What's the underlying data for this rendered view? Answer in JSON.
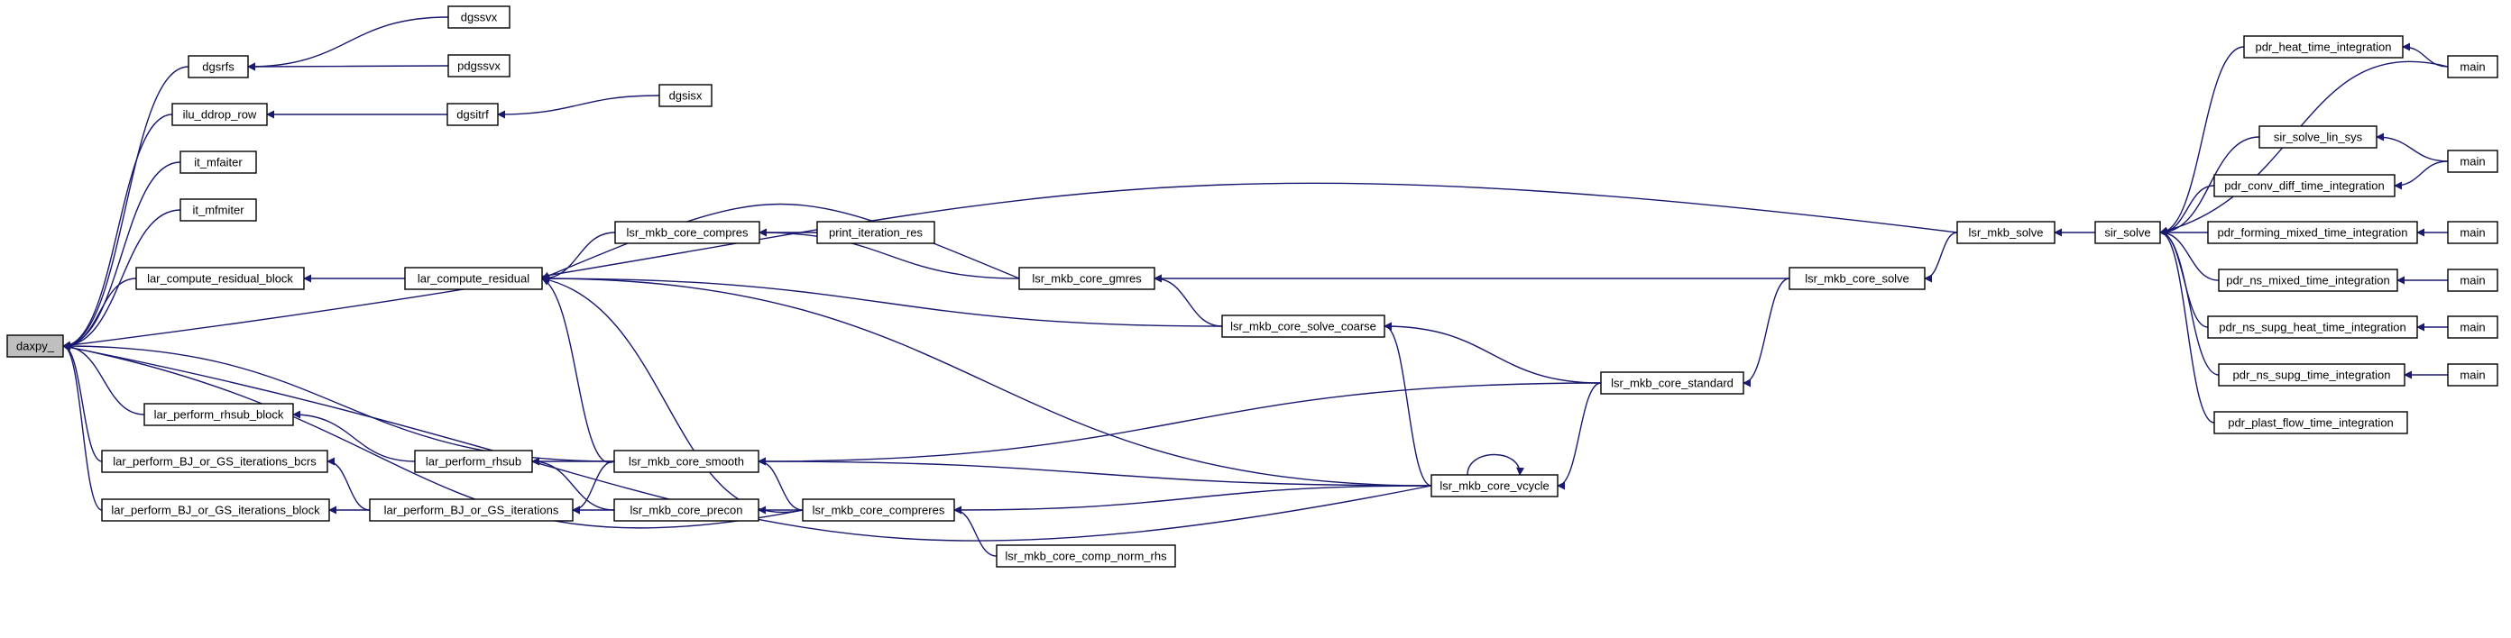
{
  "graph": {
    "type": "call-graph",
    "colors": {
      "edge": "#191970",
      "node_border": "#000000",
      "node_fill": "#ffffff",
      "root_fill": "#bfbfbf"
    },
    "nodes": [
      {
        "id": "daxpy",
        "label": "daxpy_",
        "root": true
      },
      {
        "id": "dgsrfs",
        "label": "dgsrfs"
      },
      {
        "id": "dgssvx",
        "label": "dgssvx"
      },
      {
        "id": "pdgssvx",
        "label": "pdgssvx"
      },
      {
        "id": "ilu_ddrop_row",
        "label": "ilu_ddrop_row"
      },
      {
        "id": "dgsitrf",
        "label": "dgsitrf"
      },
      {
        "id": "dgsisx",
        "label": "dgsisx"
      },
      {
        "id": "it_mfaiter",
        "label": "it_mfaiter"
      },
      {
        "id": "it_mfmiter",
        "label": "it_mfmiter"
      },
      {
        "id": "lar_compute_residual_block",
        "label": "lar_compute_residual_block"
      },
      {
        "id": "lar_compute_residual",
        "label": "lar_compute_residual"
      },
      {
        "id": "lar_perform_rhsub_block",
        "label": "lar_perform_rhsub_block"
      },
      {
        "id": "lar_perform_rhsub",
        "label": "lar_perform_rhsub"
      },
      {
        "id": "lar_perform_BJ_or_GS_iterations_bcrs",
        "label": "lar_perform_BJ_or_GS_iterations_bcrs"
      },
      {
        "id": "lar_perform_BJ_or_GS_iterations_block",
        "label": "lar_perform_BJ_or_GS_iterations_block"
      },
      {
        "id": "lar_perform_BJ_or_GS_iterations",
        "label": "lar_perform_BJ_or_GS_iterations"
      },
      {
        "id": "lsr_mkb_core_compres",
        "label": "lsr_mkb_core_compres"
      },
      {
        "id": "print_iteration_res",
        "label": "print_iteration_res"
      },
      {
        "id": "lsr_mkb_core_gmres",
        "label": "lsr_mkb_core_gmres"
      },
      {
        "id": "lsr_mkb_core_smooth",
        "label": "lsr_mkb_core_smooth"
      },
      {
        "id": "lsr_mkb_core_precon",
        "label": "lsr_mkb_core_precon"
      },
      {
        "id": "lsr_mkb_core_compreres",
        "label": "lsr_mkb_core_compreres"
      },
      {
        "id": "lsr_mkb_core_comp_norm_rhs",
        "label": "lsr_mkb_core_comp_norm_rhs"
      },
      {
        "id": "lsr_mkb_core_solve_coarse",
        "label": "lsr_mkb_core_solve_coarse"
      },
      {
        "id": "lsr_mkb_core_standard",
        "label": "lsr_mkb_core_standard"
      },
      {
        "id": "lsr_mkb_core_vcycle",
        "label": "lsr_mkb_core_vcycle"
      },
      {
        "id": "lsr_mkb_core_solve",
        "label": "lsr_mkb_core_solve"
      },
      {
        "id": "lsr_mkb_solve",
        "label": "lsr_mkb_solve"
      },
      {
        "id": "sir_solve",
        "label": "sir_solve"
      },
      {
        "id": "pdr_heat_time_integration",
        "label": "pdr_heat_time_integration"
      },
      {
        "id": "main1",
        "label": "main"
      },
      {
        "id": "sir_solve_lin_sys",
        "label": "sir_solve_lin_sys"
      },
      {
        "id": "pdr_conv_diff_time_integration",
        "label": "pdr_conv_diff_time_integration"
      },
      {
        "id": "main2",
        "label": "main"
      },
      {
        "id": "pdr_forming_mixed_time_integration",
        "label": "pdr_forming_mixed_time_integration"
      },
      {
        "id": "main3",
        "label": "main"
      },
      {
        "id": "pdr_ns_mixed_time_integration",
        "label": "pdr_ns_mixed_time_integration"
      },
      {
        "id": "main4",
        "label": "main"
      },
      {
        "id": "pdr_ns_supg_heat_time_integration",
        "label": "pdr_ns_supg_heat_time_integration"
      },
      {
        "id": "main5",
        "label": "main"
      },
      {
        "id": "pdr_ns_supg_time_integration",
        "label": "pdr_ns_supg_time_integration"
      },
      {
        "id": "main6",
        "label": "main"
      },
      {
        "id": "pdr_plast_flow_time_integration",
        "label": "pdr_plast_flow_time_integration"
      }
    ],
    "edges": [
      [
        "dgsrfs",
        "daxpy"
      ],
      [
        "ilu_ddrop_row",
        "daxpy"
      ],
      [
        "it_mfaiter",
        "daxpy"
      ],
      [
        "it_mfmiter",
        "daxpy"
      ],
      [
        "lar_compute_residual_block",
        "daxpy"
      ],
      [
        "lar_perform_rhsub_block",
        "daxpy"
      ],
      [
        "lar_perform_BJ_or_GS_iterations_bcrs",
        "daxpy"
      ],
      [
        "lar_perform_BJ_or_GS_iterations_block",
        "daxpy"
      ],
      [
        "lsr_mkb_solve",
        "daxpy"
      ],
      [
        "lsr_mkb_core_smooth",
        "daxpy"
      ],
      [
        "lsr_mkb_core_compreres",
        "daxpy"
      ],
      [
        "lsr_mkb_core_vcycle",
        "daxpy"
      ],
      [
        "dgssvx",
        "dgsrfs"
      ],
      [
        "pdgssvx",
        "dgsrfs"
      ],
      [
        "dgsitrf",
        "ilu_ddrop_row"
      ],
      [
        "dgsisx",
        "dgsitrf"
      ],
      [
        "lar_compute_residual",
        "lar_compute_residual_block"
      ],
      [
        "lsr_mkb_core_gmres",
        "lar_compute_residual"
      ],
      [
        "lsr_mkb_core_compres",
        "lar_compute_residual"
      ],
      [
        "lsr_mkb_core_solve_coarse",
        "lar_compute_residual"
      ],
      [
        "lsr_mkb_core_vcycle",
        "lar_compute_residual"
      ],
      [
        "lsr_mkb_core_smooth",
        "lar_compute_residual"
      ],
      [
        "lsr_mkb_core_compreres",
        "lar_compute_residual"
      ],
      [
        "print_iteration_res",
        "lsr_mkb_core_compres"
      ],
      [
        "lsr_mkb_core_gmres",
        "lsr_mkb_core_compres"
      ],
      [
        "lsr_mkb_core_solve",
        "lsr_mkb_core_gmres"
      ],
      [
        "lsr_mkb_core_solve_coarse",
        "lsr_mkb_core_gmres"
      ],
      [
        "lar_perform_rhsub",
        "lar_perform_rhsub_block"
      ],
      [
        "lsr_mkb_core_smooth",
        "lar_perform_rhsub"
      ],
      [
        "lsr_mkb_core_precon",
        "lar_perform_rhsub"
      ],
      [
        "lar_perform_BJ_or_GS_iterations",
        "lar_perform_BJ_or_GS_iterations_bcrs"
      ],
      [
        "lar_perform_BJ_or_GS_iterations",
        "lar_perform_BJ_or_GS_iterations_block"
      ],
      [
        "lsr_mkb_core_smooth",
        "lar_perform_BJ_or_GS_iterations"
      ],
      [
        "lsr_mkb_core_precon",
        "lar_perform_BJ_or_GS_iterations"
      ],
      [
        "lsr_mkb_core_standard",
        "lsr_mkb_core_smooth"
      ],
      [
        "lsr_mkb_core_vcycle",
        "lsr_mkb_core_smooth"
      ],
      [
        "lsr_mkb_core_compreres",
        "lsr_mkb_core_smooth"
      ],
      [
        "lsr_mkb_core_compreres",
        "lsr_mkb_core_precon"
      ],
      [
        "lsr_mkb_core_comp_norm_rhs",
        "lsr_mkb_core_compreres"
      ],
      [
        "lsr_mkb_core_vcycle",
        "lsr_mkb_core_compreres"
      ],
      [
        "lsr_mkb_core_standard",
        "lsr_mkb_core_solve_coarse"
      ],
      [
        "lsr_mkb_core_vcycle",
        "lsr_mkb_core_solve_coarse"
      ],
      [
        "lsr_mkb_core_solve",
        "lsr_mkb_core_standard"
      ],
      [
        "lsr_mkb_core_standard",
        "lsr_mkb_core_vcycle"
      ],
      [
        "lsr_mkb_core_vcycle",
        "lsr_mkb_core_vcycle"
      ],
      [
        "lsr_mkb_solve",
        "lsr_mkb_core_solve"
      ],
      [
        "sir_solve",
        "lsr_mkb_solve"
      ],
      [
        "pdr_heat_time_integration",
        "sir_solve"
      ],
      [
        "main1",
        "sir_solve"
      ],
      [
        "sir_solve_lin_sys",
        "sir_solve"
      ],
      [
        "pdr_conv_diff_time_integration",
        "sir_solve"
      ],
      [
        "pdr_forming_mixed_time_integration",
        "sir_solve"
      ],
      [
        "pdr_ns_mixed_time_integration",
        "sir_solve"
      ],
      [
        "pdr_ns_supg_heat_time_integration",
        "sir_solve"
      ],
      [
        "pdr_ns_supg_time_integration",
        "sir_solve"
      ],
      [
        "pdr_plast_flow_time_integration",
        "sir_solve"
      ],
      [
        "main1",
        "pdr_heat_time_integration"
      ],
      [
        "main2",
        "sir_solve_lin_sys"
      ],
      [
        "main2",
        "pdr_conv_diff_time_integration"
      ],
      [
        "main3",
        "pdr_forming_mixed_time_integration"
      ],
      [
        "main4",
        "pdr_ns_mixed_time_integration"
      ],
      [
        "main5",
        "pdr_ns_supg_heat_time_integration"
      ],
      [
        "main6",
        "pdr_ns_supg_time_integration"
      ]
    ]
  }
}
